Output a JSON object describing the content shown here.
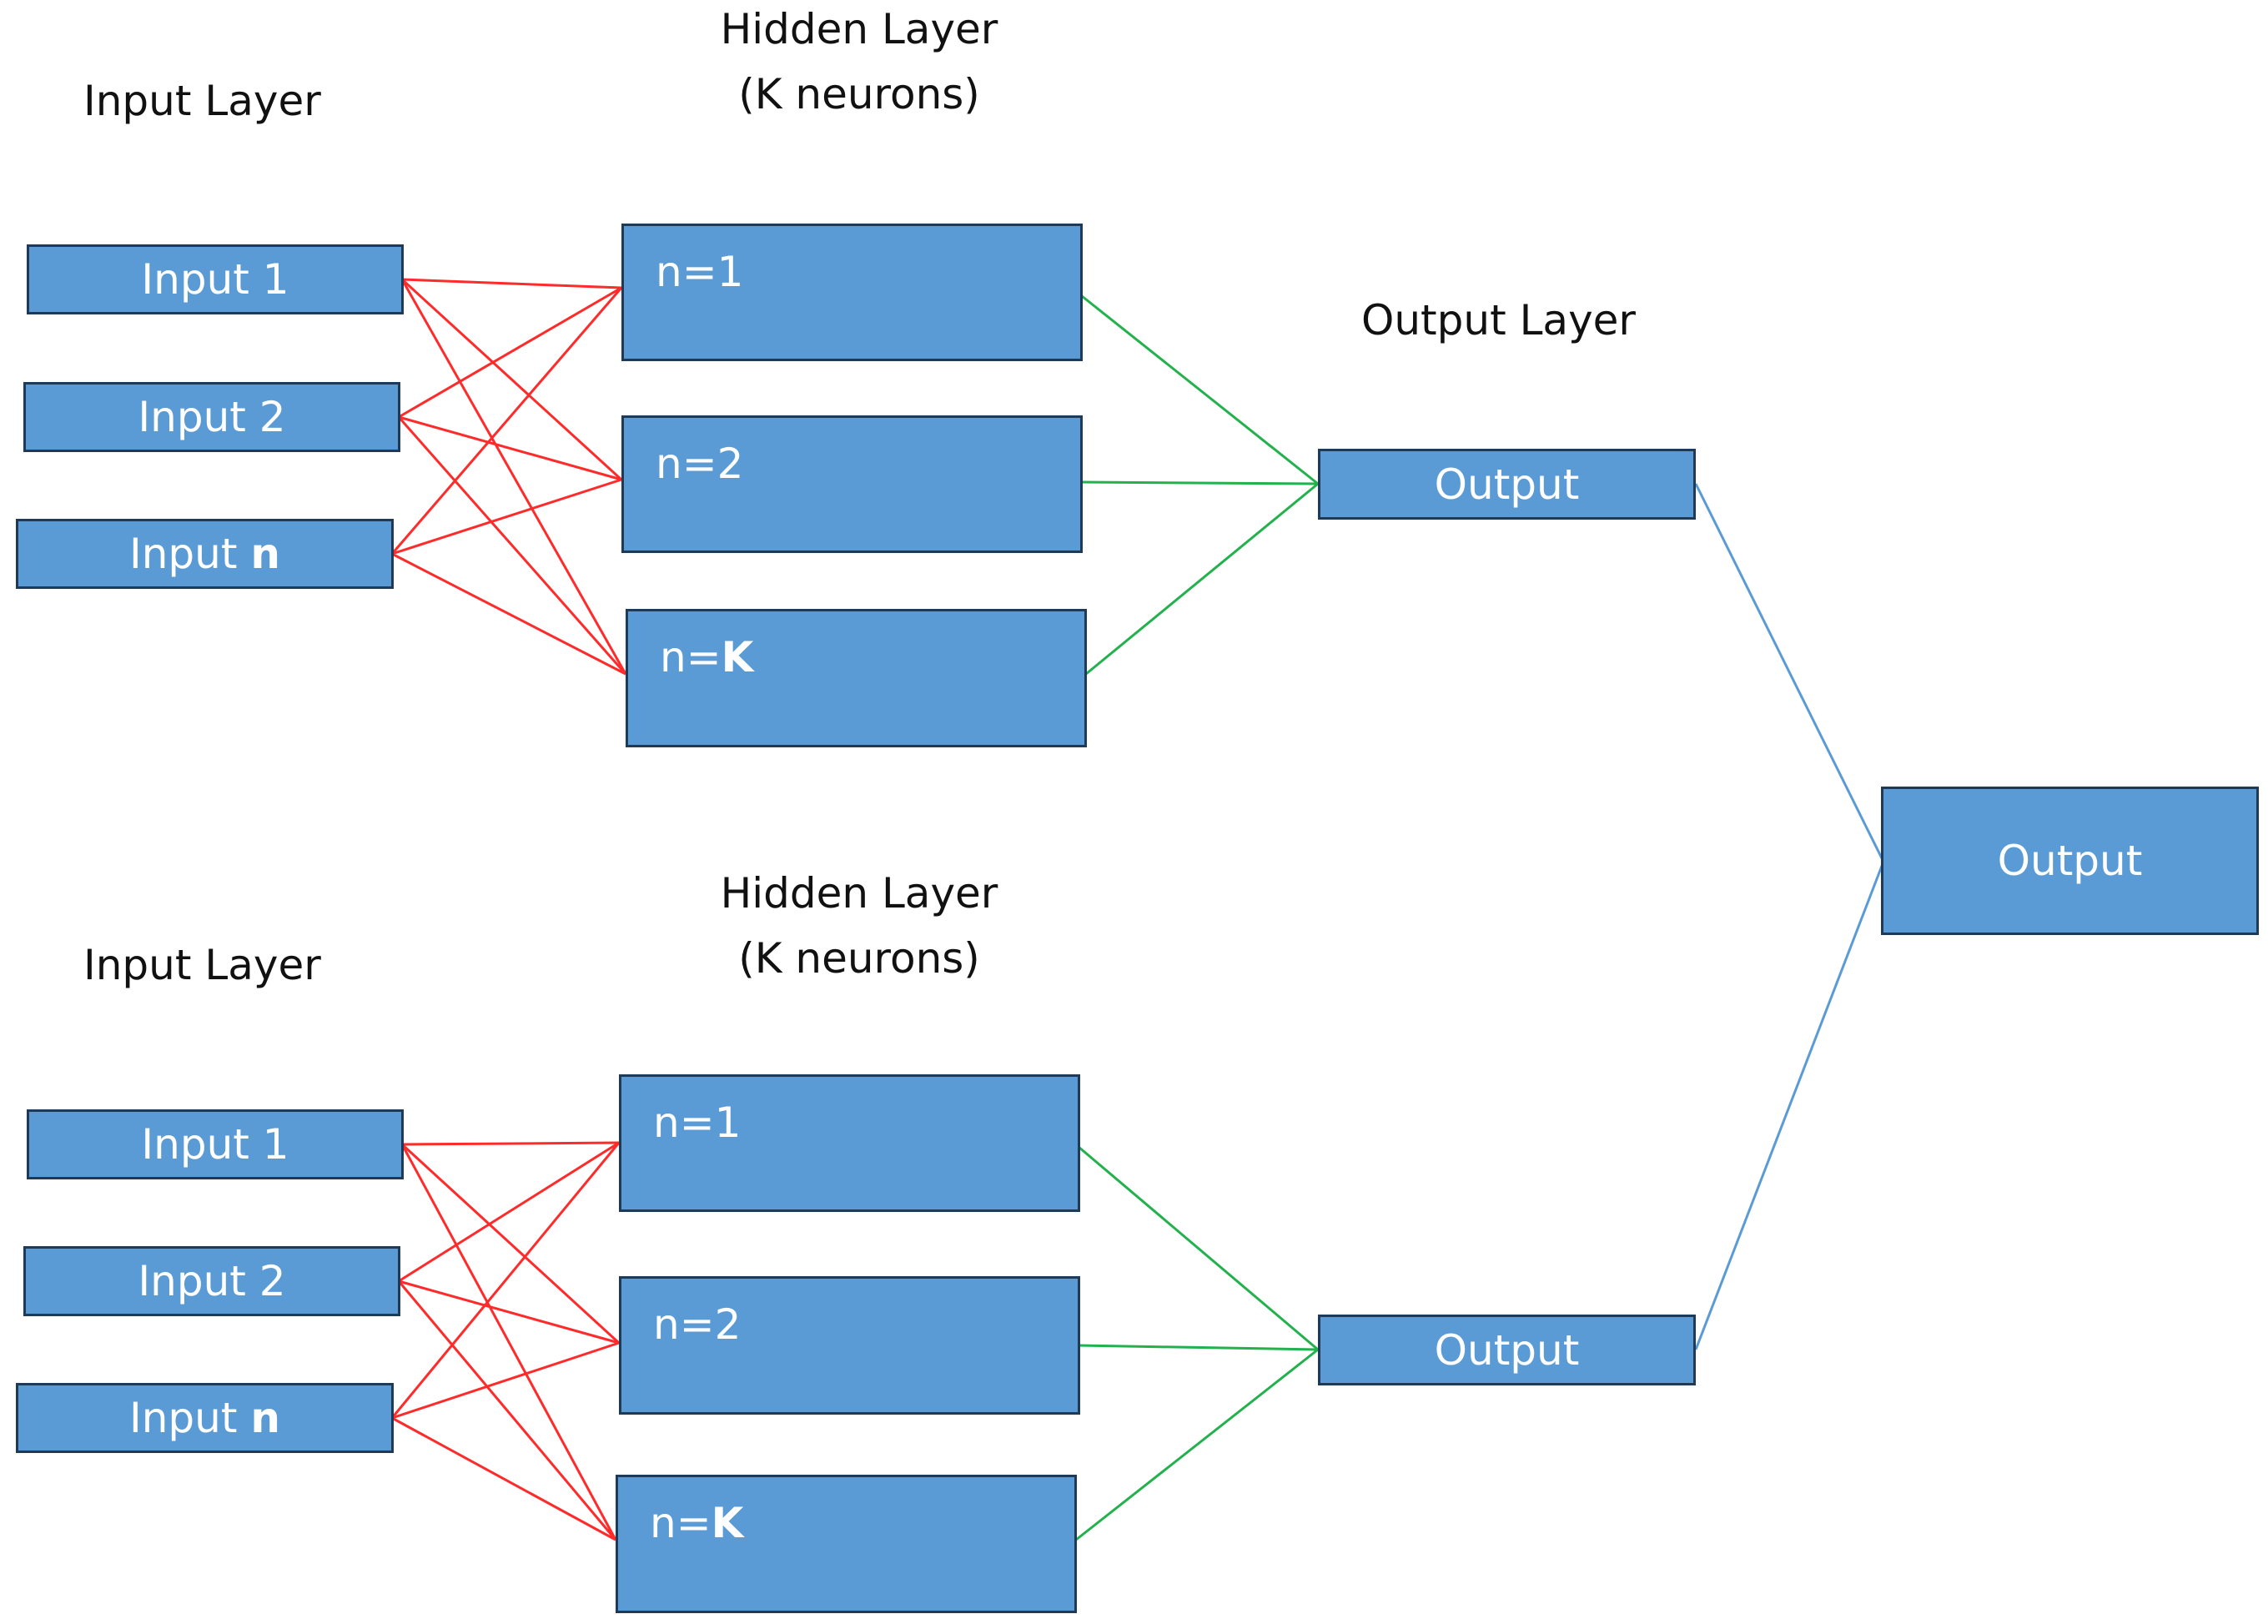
{
  "colors": {
    "node_fill": "#5b9bd5",
    "node_border": "#1f3a56",
    "input_to_hidden": "#ff2a2a",
    "hidden_to_output": "#22b14c",
    "output_to_final": "#5b9bd5"
  },
  "networks": [
    {
      "input_layer_title": "Input Layer",
      "hidden_layer_title": "Hidden Layer",
      "hidden_layer_subtitle": "(K neurons)",
      "output_layer_title": "Output Layer",
      "inputs": [
        {
          "prefix": "Input ",
          "index": "1"
        },
        {
          "prefix": "Input ",
          "index": "2"
        },
        {
          "prefix": "Input ",
          "index": "n"
        }
      ],
      "hidden": [
        {
          "prefix": "n=",
          "index": "1"
        },
        {
          "prefix": "n=",
          "index": "2"
        },
        {
          "prefix": "n=",
          "index": "K"
        }
      ],
      "output": "Output"
    },
    {
      "input_layer_title": "Input Layer",
      "hidden_layer_title": "Hidden Layer",
      "hidden_layer_subtitle": "(K neurons)",
      "inputs": [
        {
          "prefix": "Input ",
          "index": "1"
        },
        {
          "prefix": "Input ",
          "index": "2"
        },
        {
          "prefix": "Input ",
          "index": "n"
        }
      ],
      "hidden": [
        {
          "prefix": "n=",
          "index": "1"
        },
        {
          "prefix": "n=",
          "index": "2"
        },
        {
          "prefix": "n=",
          "index": "K"
        }
      ],
      "output": "Output"
    }
  ],
  "final_output": "Output"
}
